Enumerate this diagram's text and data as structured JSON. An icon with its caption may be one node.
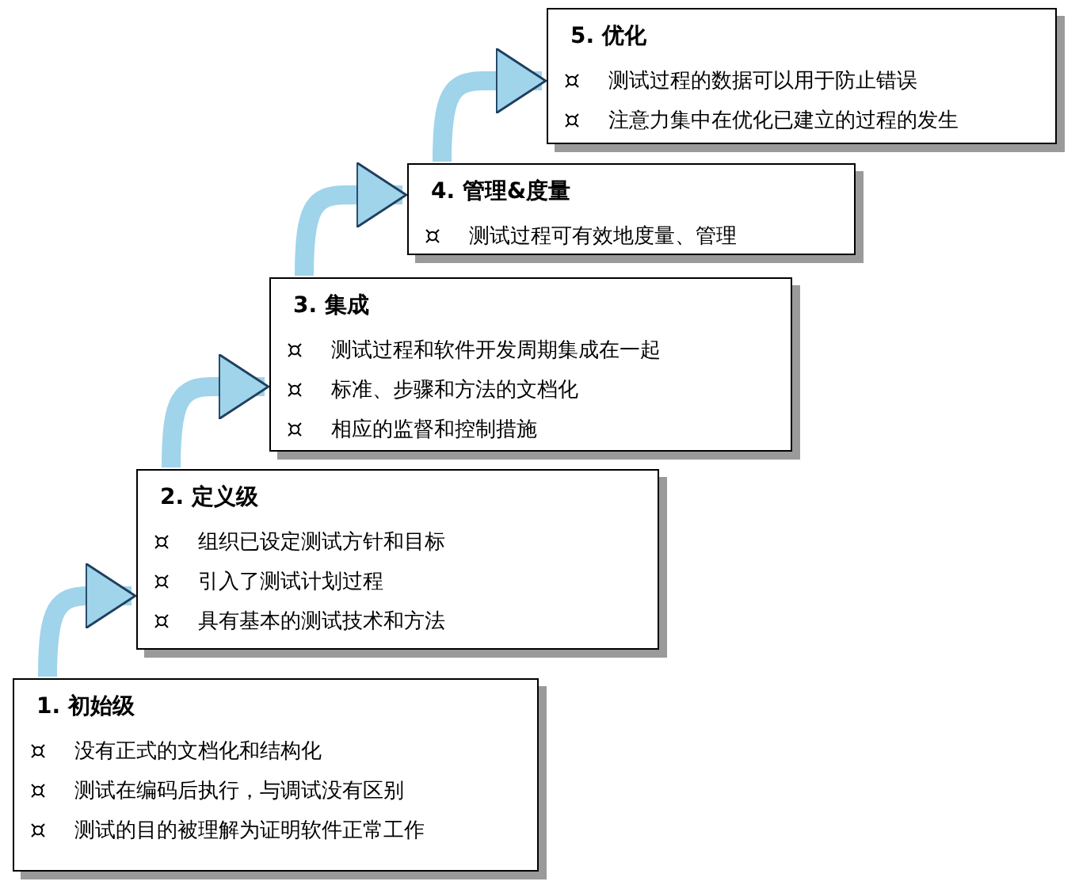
{
  "diagram": {
    "nodes": [
      {
        "text": [
          "5. 优化",
          "测试过程的数据可以用于防止错误",
          "注意力集中在优化已建立的过程的发生"
        ]
      },
      {
        "text": [
          "4. 管理&度量",
          "测试过程可有效地度量、管理"
        ]
      },
      {
        "text": [
          "3. 集成",
          "测试过程和软件开发周期集成在一起",
          "标准、步骤和方法的文档化",
          "相应的监督和控制措施"
        ]
      },
      {
        "text": [
          "2. 定义级",
          "组织已设定测试方针和目标",
          "引入了测试计划过程",
          "具有基本的测试技术和方法"
        ]
      },
      {
        "text": [
          "1. 初始级",
          "没有正式的文档化和结构化",
          "测试在编码后执行，与调试没有区别",
          "测试的目的被理解为证明软件正常工作"
        ]
      }
    ],
    "edges": [
      {
        "from": 4,
        "to": 3,
        "arrow": "to"
      },
      {
        "from": 3,
        "to": 2,
        "arrow": "to"
      },
      {
        "from": 2,
        "to": 1,
        "arrow": "to"
      },
      {
        "from": 1,
        "to": 0,
        "arrow": "to"
      }
    ]
  }
}
